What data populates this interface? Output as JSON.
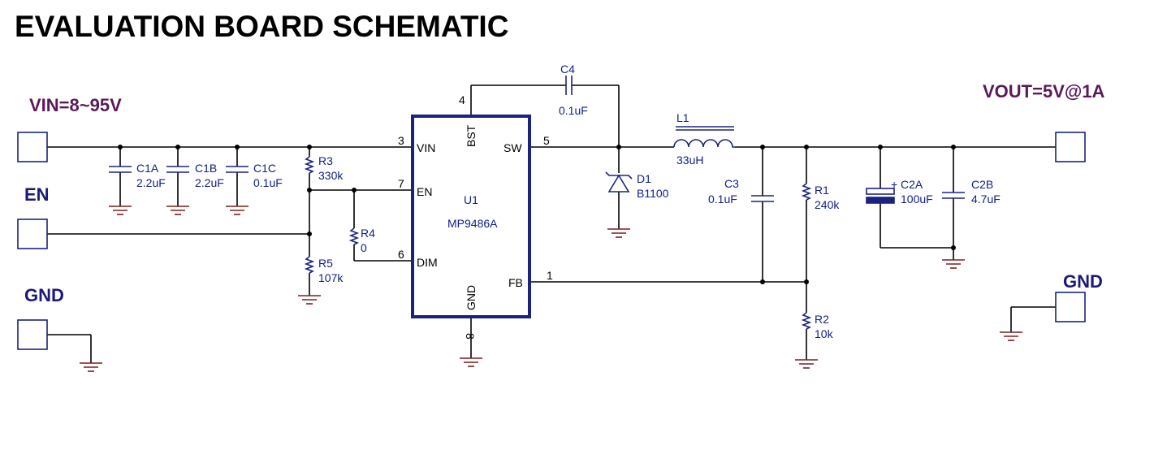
{
  "title": "EVALUATION BOARD SCHEMATIC",
  "ports": {
    "vin": "VIN=8~95V",
    "en": "EN",
    "gnd_left": "GND",
    "vout": "VOUT=5V@1A",
    "gnd_right": "GND"
  },
  "ic": {
    "ref": "U1",
    "part": "MP9486A",
    "pins": {
      "vin": {
        "name": "VIN",
        "num": "3"
      },
      "en": {
        "name": "EN",
        "num": "7"
      },
      "dim": {
        "name": "DIM",
        "num": "6"
      },
      "bst": {
        "name": "BST",
        "num": "4"
      },
      "sw": {
        "name": "SW",
        "num": "5"
      },
      "fb": {
        "name": "FB",
        "num": "1"
      },
      "gnd": {
        "name": "GND",
        "num": "8"
      }
    }
  },
  "components": {
    "c1a": {
      "ref": "C1A",
      "value": "2.2uF"
    },
    "c1b": {
      "ref": "C1B",
      "value": "2.2uF"
    },
    "c1c": {
      "ref": "C1C",
      "value": "0.1uF"
    },
    "r3": {
      "ref": "R3",
      "value": "330k"
    },
    "r4": {
      "ref": "R4",
      "value": "0"
    },
    "r5": {
      "ref": "R5",
      "value": "107k"
    },
    "c4": {
      "ref": "C4",
      "value": "0.1uF"
    },
    "l1": {
      "ref": "L1",
      "value": "33uH"
    },
    "d1": {
      "ref": "D1",
      "value": "B1100"
    },
    "c3": {
      "ref": "C3",
      "value": "0.1uF"
    },
    "r1": {
      "ref": "R1",
      "value": "240k"
    },
    "r2": {
      "ref": "R2",
      "value": "10k"
    },
    "c2a": {
      "ref": "C2A",
      "value": "100uF",
      "polarity": "+"
    },
    "c2b": {
      "ref": "C2B",
      "value": "4.7uF"
    }
  }
}
